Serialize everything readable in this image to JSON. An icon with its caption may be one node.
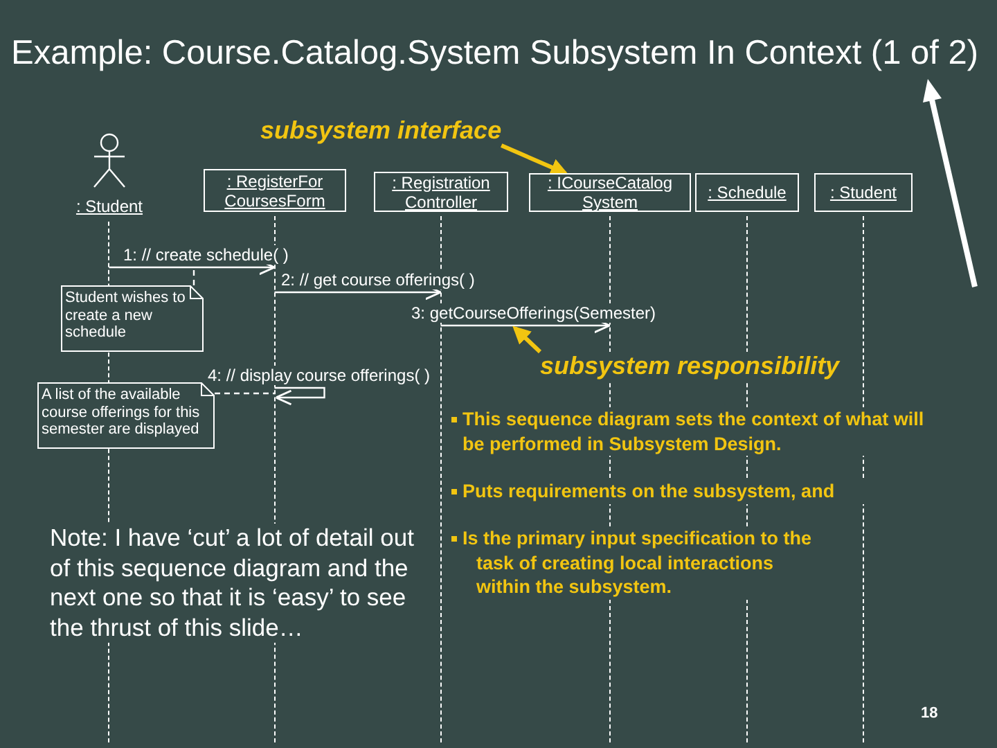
{
  "diagram": {
    "title": "Example: Course.Catalog.System Subsystem In Context (1 of 2)",
    "nodes": [
      {
        "text": [
          "subsystem interface"
        ]
      },
      {
        "text": [
          ": Student"
        ]
      },
      {
        "text": [
          ": RegisterFor CoursesForm"
        ]
      },
      {
        "text": [
          ": Registration Controller"
        ]
      },
      {
        "text": [
          ": ICourseCatalog System"
        ]
      },
      {
        "text": [
          ": Schedule"
        ]
      },
      {
        "text": [
          ": Student"
        ]
      },
      {
        "text": [],
        "shape": "line"
      },
      {
        "text": [],
        "shape": "line"
      },
      {
        "text": [],
        "shape": "line"
      },
      {
        "text": [],
        "shape": "line"
      },
      {
        "text": [],
        "shape": "line"
      },
      {
        "text": [],
        "shape": "line"
      },
      {
        "text": [
          "Student wishes to create a new schedule"
        ]
      },
      {
        "text": [
          "subsystem responsibility"
        ]
      },
      {
        "text": [
          "A list of the available course offerings for this semester are displayed"
        ]
      }
    ],
    "edges": [
      {
        "from": 7,
        "to": 8,
        "arrow": "to",
        "label": "1: // create schedule( )"
      },
      {
        "from": 8,
        "to": 9,
        "arrow": "to",
        "label": "2: // get course offerings( )"
      },
      {
        "from": 9,
        "to": 10,
        "arrow": "to",
        "label": "3: getCourseOfferings(Semester)"
      },
      {
        "from": 8,
        "to": 8,
        "arrow": "to",
        "label": "4: // display course offerings( )"
      },
      {
        "from": 13,
        "to": null,
        "arrow": "none",
        "style": "dashed"
      },
      {
        "from": 15,
        "to": 8,
        "arrow": "none",
        "style": "dashed"
      },
      {
        "from": 0,
        "to": 4,
        "arrow": "to",
        "style": "thick",
        "color": "#f2c511"
      },
      {
        "from": 14,
        "to": null,
        "arrow": "to",
        "style": "thick",
        "color": "#f2c511"
      }
    ],
    "labels": [
      "This sequence diagram sets the context of what will be performed in Subsystem Design.",
      "Puts requirements on the subsystem, and",
      "Is the primary input specification to the task of creating local interactions within the subsystem.",
      "Note: I have ‘cut’ a lot of detail out of this sequence diagram and the next one so that it is ‘easy’ to see the thrust of this slide…",
      "18"
    ]
  }
}
